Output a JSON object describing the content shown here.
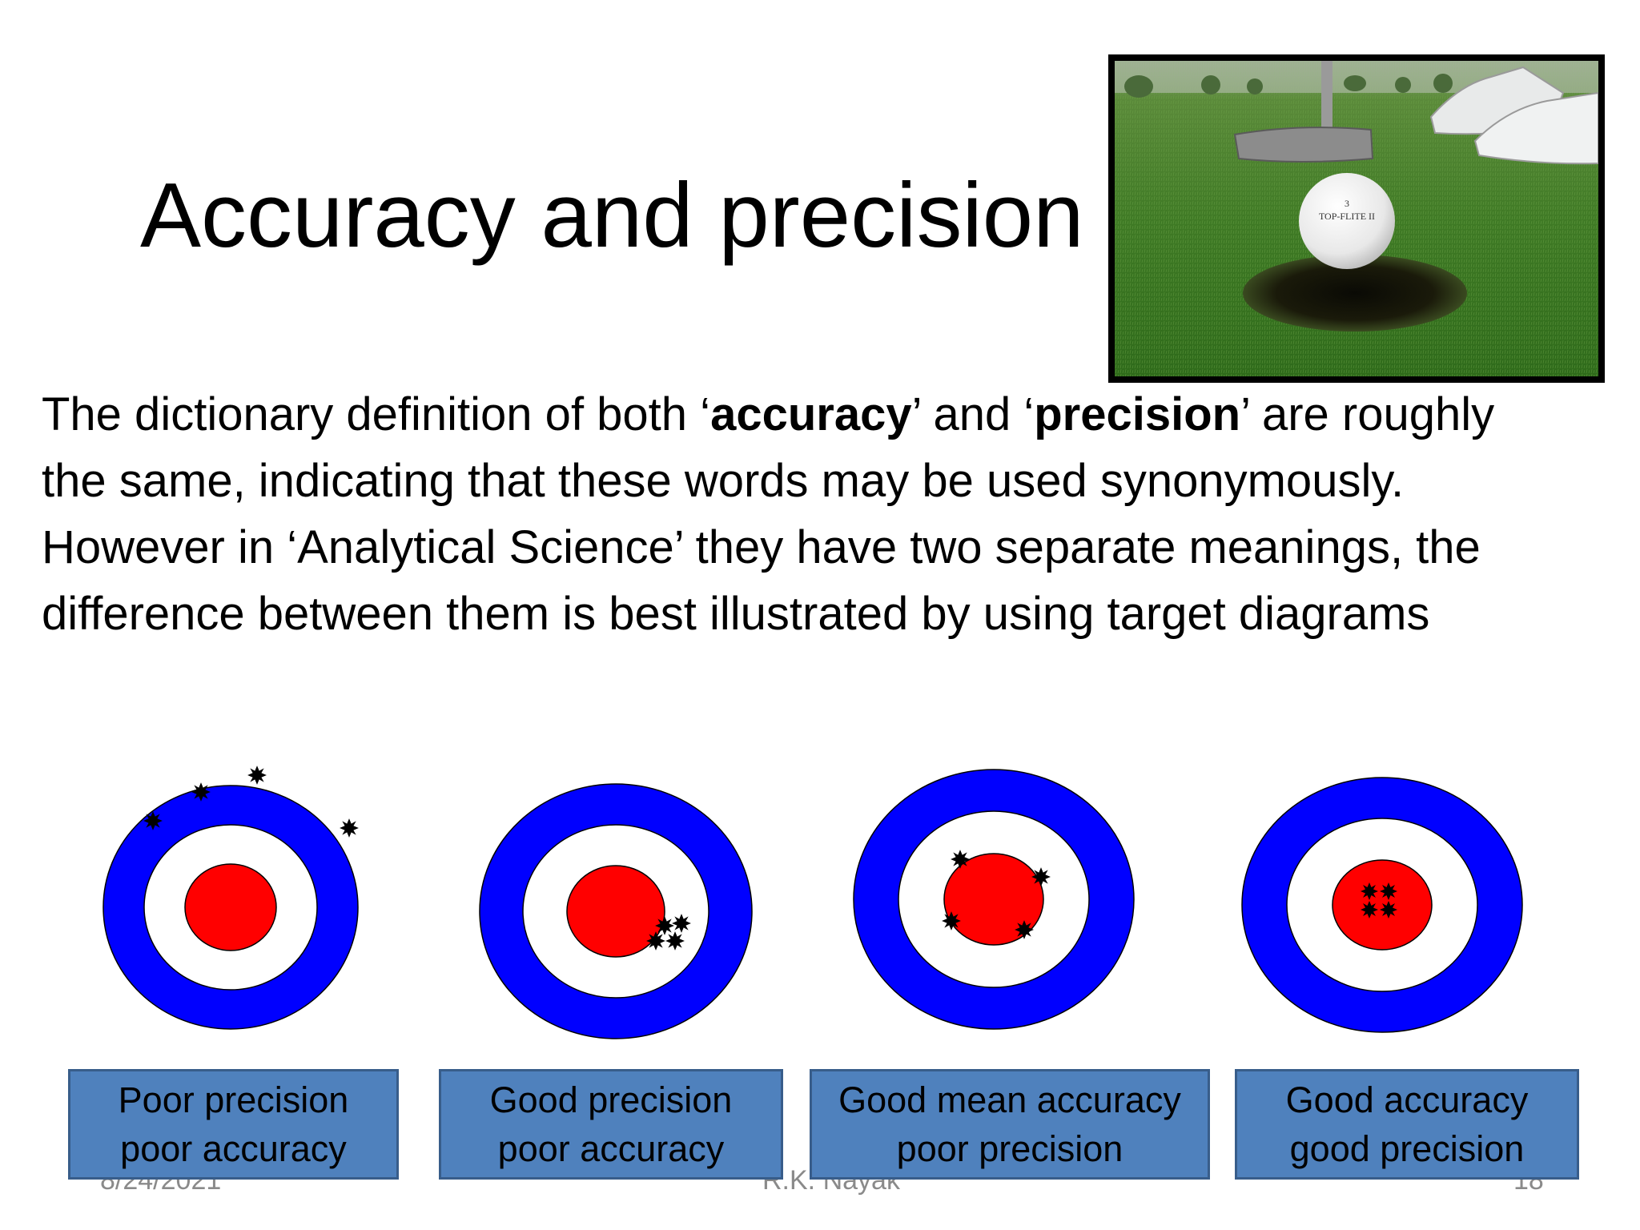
{
  "slide": {
    "title": "Accuracy and precision",
    "body": {
      "line1_pre": "The dictionary definition of both ‘",
      "line1_bold1": "accuracy",
      "line1_mid": "’ and ‘",
      "line1_bold2": "precision",
      "line1_post": "’ are roughly",
      "line2": "the same, indicating that these words may be used synonymously.",
      "line3": "However in ‘Analytical Science’ they have two separate meanings, the",
      "line4": "difference between them is best illustrated by using target diagrams"
    },
    "photo": {
      "ball_text_number": "3",
      "ball_text_brand": "TOP-FLITE II"
    },
    "targets": [
      {
        "line1": "Poor precision",
        "line2": "poor accuracy"
      },
      {
        "line1": "Good precision",
        "line2": "poor accuracy"
      },
      {
        "line1": "Good mean accuracy",
        "line2": "poor precision"
      },
      {
        "line1": "Good accuracy",
        "line2": "good precision"
      }
    ],
    "footer": {
      "date": "8/24/2021",
      "author": "R.K. Nayak",
      "page": "18"
    },
    "colors": {
      "target_ring": "#0000FF",
      "target_bullseye": "#FF0000",
      "label_fill": "#4F81BD",
      "label_border": "#385D8A"
    }
  }
}
